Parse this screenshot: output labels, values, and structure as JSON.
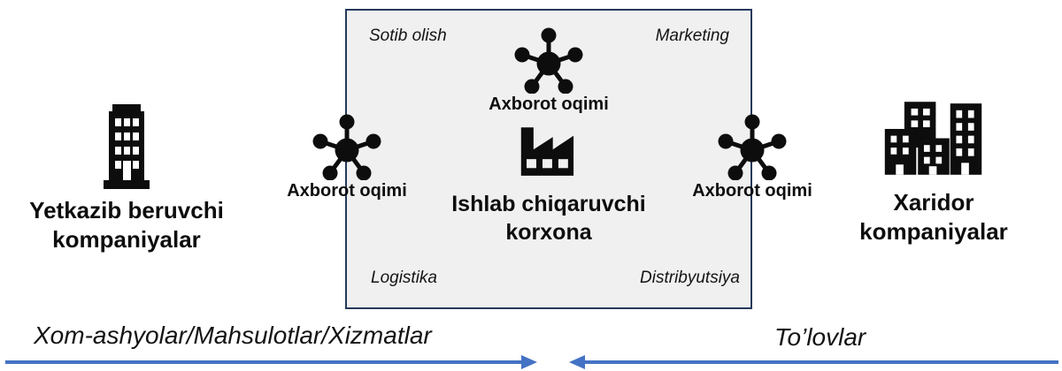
{
  "diagram": {
    "producer_box": {
      "functions": {
        "top_left": "Sotib olish",
        "top_right": "Marketing",
        "bottom_left": "Logistika",
        "bottom_right": "Distribyutsiya"
      },
      "title_line1": "Ishlab chiqaruvchi",
      "title_line2": "korxona"
    },
    "info_flow_top": "Axborot oqimi",
    "info_flow_left": "Axborot oqimi",
    "info_flow_right": "Axborot oqimi",
    "supplier": {
      "line1": "Yetkazib beruvchi",
      "line2": "kompaniyalar"
    },
    "customer": {
      "line1": "Xaridor",
      "line2": "kompaniyalar"
    },
    "flows": {
      "goods_label": "Xom-ashyolar/Mahsulotlar/Xizmatlar",
      "payments_label": "To’lovlar"
    },
    "icons": {
      "hub": "network-hub-icon",
      "factory": "factory-icon",
      "supplier": "office-building-icon",
      "customer": "city-buildings-icon"
    },
    "colors": {
      "arrow_blue": "#4472c4",
      "box_border": "#24395b",
      "box_fill": "#f0f0f0",
      "icon_black": "#0d0d0d"
    }
  }
}
